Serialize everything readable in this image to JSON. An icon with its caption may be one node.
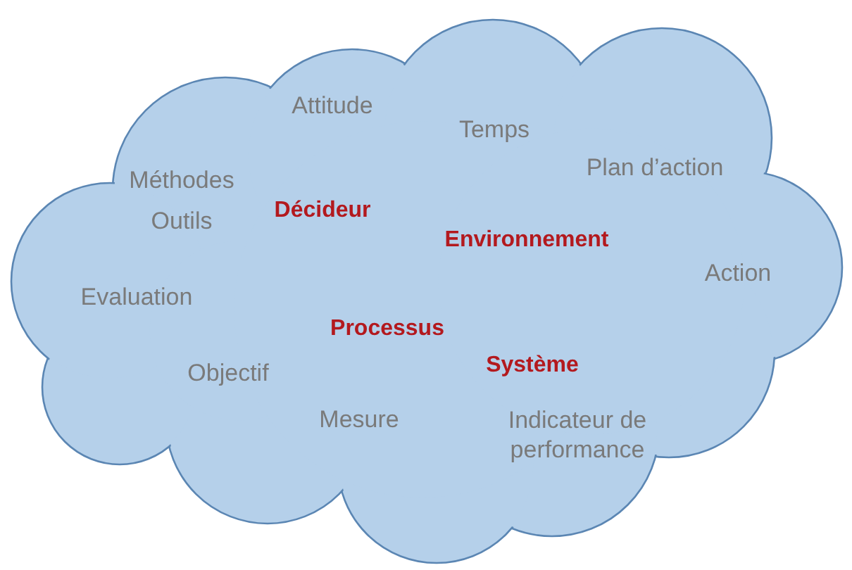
{
  "diagram": {
    "nodes": [
      {
        "text": [
          "Attitude",
          "Temps",
          "Plan d’action",
          "Méthodes",
          "Outils",
          "Décideur",
          "Environnement",
          "Action",
          "Evaluation",
          "Processus",
          "Système",
          "Objectif",
          "Mesure",
          "Indicateur de performance"
        ]
      }
    ]
  }
}
